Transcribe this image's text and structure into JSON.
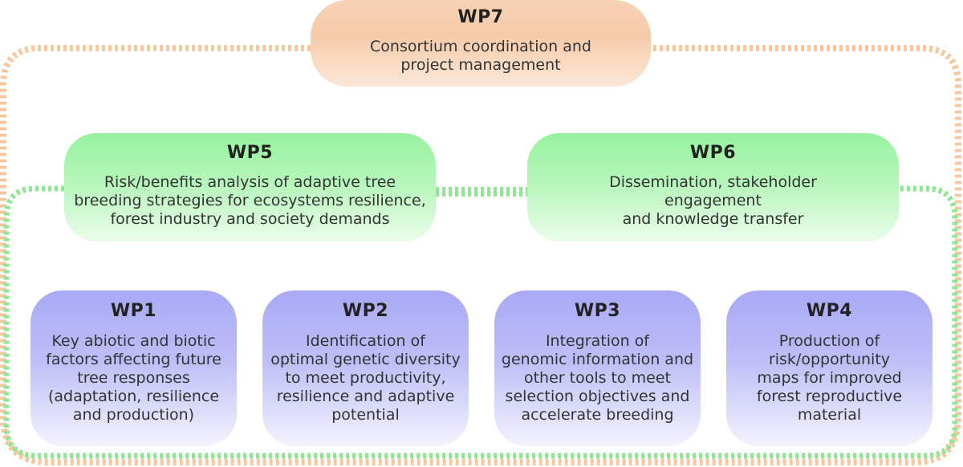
{
  "diagram": {
    "colors": {
      "orange_box": "#f7cfae",
      "green_box": "#a6f4ac",
      "blue_box": "#b4b4f7",
      "orange_dash": "#f7c79e",
      "green_dash": "#8ee892"
    },
    "wp7": {
      "title": "WP7",
      "description": "Consortium coordination and\nproject management"
    },
    "wp5": {
      "title": "WP5",
      "description": "Risk/benefits analysis of adaptive tree\nbreeding strategies for ecosystems resilience,\nforest industry and society demands"
    },
    "wp6": {
      "title": "WP6",
      "description": "Dissemination, stakeholder\nengagement\nand knowledge transfer"
    },
    "wp1": {
      "title": "WP1",
      "description": "Key abiotic and biotic\nfactors affecting future\ntree responses\n(adaptation, resilience\nand production)"
    },
    "wp2": {
      "title": "WP2",
      "description": "Identification of\noptimal genetic diversity\nto meet productivity,\nresilience and adaptive\npotential"
    },
    "wp3": {
      "title": "WP3",
      "description": "Integration of\ngenomic information and\nother tools to meet\nselection objectives and\naccelerate breeding"
    },
    "wp4": {
      "title": "WP4",
      "description": "Production of\nrisk/opportunity\nmaps for improved\nforest reproductive\nmaterial"
    }
  }
}
